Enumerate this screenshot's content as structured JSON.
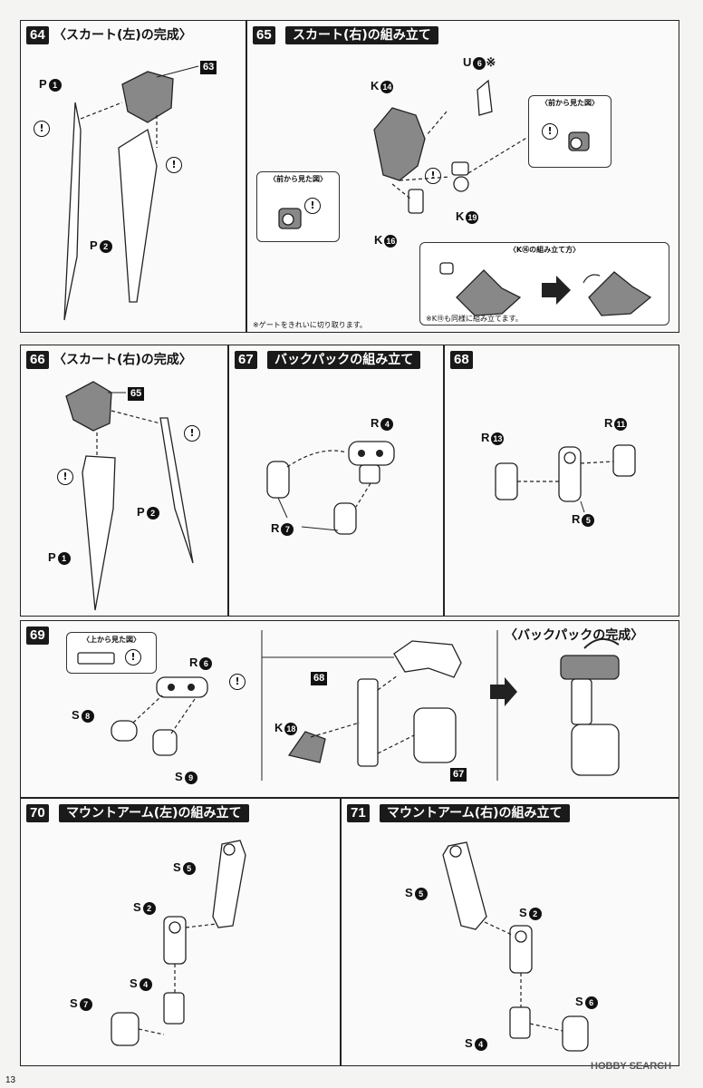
{
  "page_number": "13",
  "watermark": "HOBBY SEARCH",
  "steps": {
    "s64": {
      "num": "64",
      "title": "〈スカート(左)の完成〉",
      "labels": {
        "p1": "P",
        "p1n": "1",
        "p2": "P",
        "p2n": "2",
        "ref": "63"
      }
    },
    "s65": {
      "num": "65",
      "title": "スカート(右)の組み立て",
      "labels": {
        "u": "U",
        "un": "6",
        "unote": "※",
        "k14": "K",
        "k14n": "14",
        "k19": "K",
        "k19n": "19",
        "k16": "K",
        "k16n": "16"
      },
      "inset_front_a": "〈前から見た図〉",
      "inset_front_b": "〈前から見た図〉",
      "inset_k": "〈K⑯の組み立て方〉",
      "note_gate": "※ゲートをきれいに切り取ります。",
      "note_k19": "※K⑲も同様に組み立てます。"
    },
    "s66": {
      "num": "66",
      "title": "〈スカート(右)の完成〉",
      "labels": {
        "ref": "65",
        "p2": "P",
        "p2n": "2",
        "p1": "P",
        "p1n": "1"
      }
    },
    "s67": {
      "num": "67",
      "title": "バックパックの組み立て",
      "labels": {
        "r4": "R",
        "r4n": "4",
        "r7": "R",
        "r7n": "7"
      }
    },
    "s68": {
      "num": "68",
      "labels": {
        "r13": "R",
        "r13n": "13",
        "r11": "R",
        "r11n": "11",
        "r5": "R",
        "r5n": "5"
      }
    },
    "s69": {
      "num": "69",
      "inset_top": "〈上から見た図〉",
      "complete_title": "〈バックパックの完成〉",
      "labels": {
        "r6": "R",
        "r6n": "6",
        "s8": "S",
        "s8n": "8",
        "s9": "S",
        "s9n": "9",
        "k18": "K",
        "k18n": "18",
        "ref68": "68",
        "ref67": "67"
      }
    },
    "s70": {
      "num": "70",
      "title": "マウントアーム(左)の組み立て",
      "labels": {
        "s5": "S",
        "s5n": "5",
        "s2": "S",
        "s2n": "2",
        "s4": "S",
        "s4n": "4",
        "s7": "S",
        "s7n": "7"
      }
    },
    "s71": {
      "num": "71",
      "title": "マウントアーム(右)の組み立て",
      "labels": {
        "s5": "S",
        "s5n": "5",
        "s2": "S",
        "s2n": "2",
        "s6": "S",
        "s6n": "6",
        "s4": "S",
        "s4n": "4"
      }
    }
  },
  "warn_symbol": "!"
}
